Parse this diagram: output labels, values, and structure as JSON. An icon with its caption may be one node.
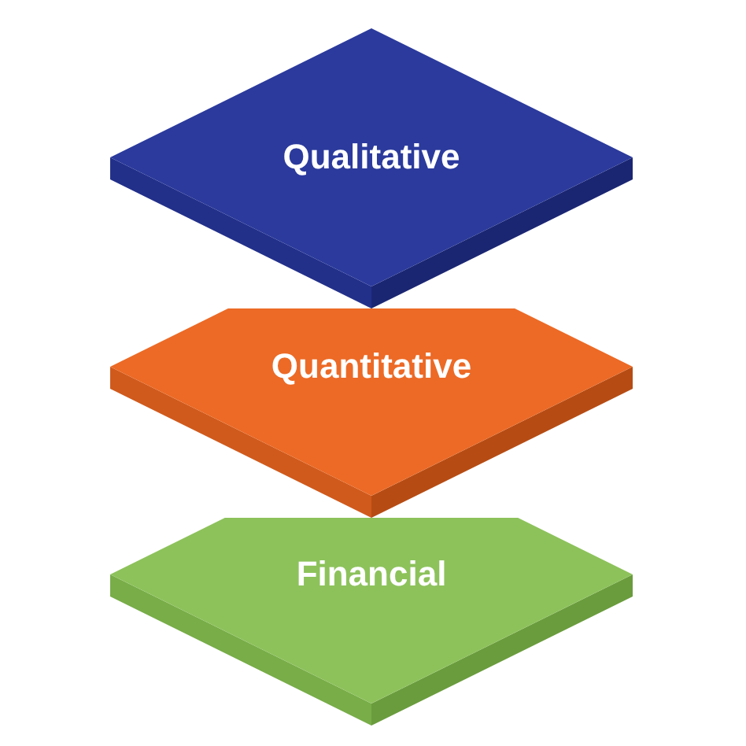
{
  "diagram": {
    "nodes": [
      {
        "text": [
          "Qualitative"
        ]
      },
      {
        "text": [
          "Quantitative"
        ]
      },
      {
        "text": [
          "Financial"
        ]
      }
    ]
  }
}
